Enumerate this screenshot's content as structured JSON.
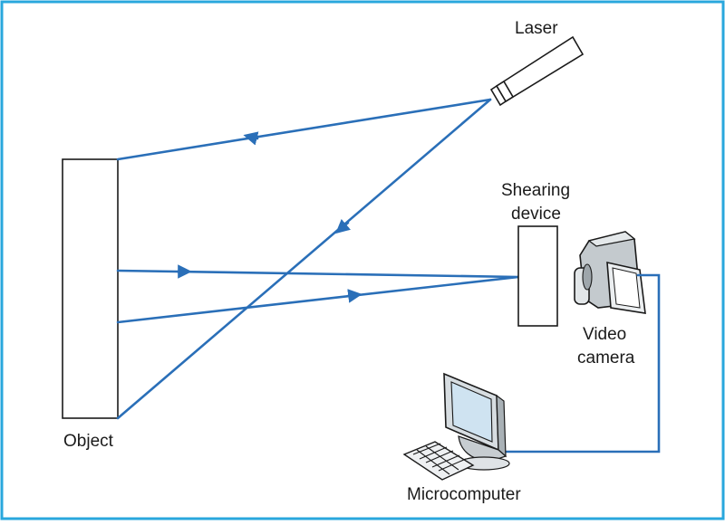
{
  "labels": {
    "laser": "Laser",
    "shearing_line1": "Shearing",
    "shearing_line2": "device",
    "video_line1": "Video",
    "video_line2": "camera",
    "object": "Object",
    "microcomputer": "Microcomputer"
  },
  "colors": {
    "frame": "#29a7dd",
    "beam": "#2a6fb8",
    "outline": "#1a1a1a"
  },
  "icons": [
    "laser-icon",
    "video-camera-icon",
    "monitor-icon",
    "keyboard-icon"
  ]
}
